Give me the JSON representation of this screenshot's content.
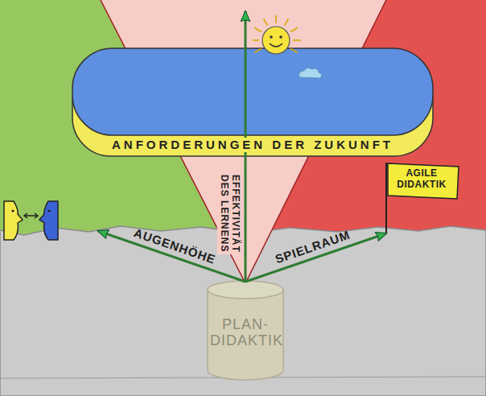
{
  "diagram": {
    "nodes": [
      {
        "text": [
          "ANFORDERUNGEN DER ZUKUNFT"
        ]
      },
      {
        "text": [
          "AGILE DIDAKTIK"
        ]
      },
      {
        "text": [
          "PLAN- DIDAKTIK"
        ]
      }
    ],
    "edges": [
      {
        "from": 2,
        "to": 1,
        "arrow": "to",
        "label": "SPIELRAUM"
      }
    ],
    "labels": [
      "EFFEKTIVITÄT DES LERNENS",
      "AUGENHÖHE"
    ]
  }
}
